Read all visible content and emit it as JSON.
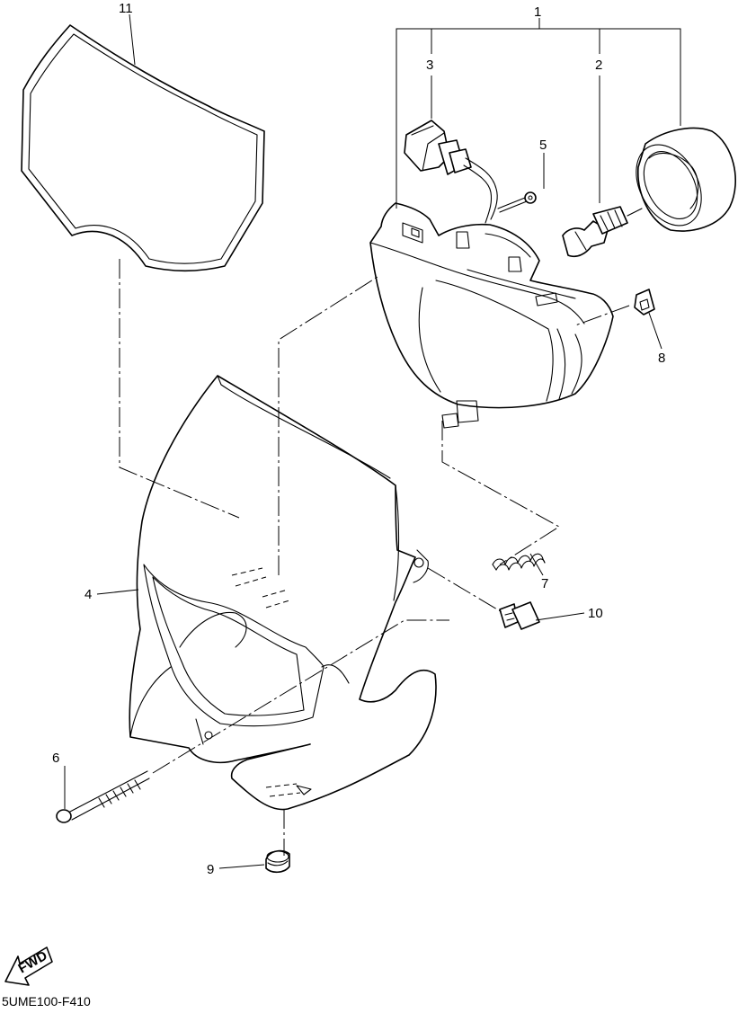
{
  "callouts": {
    "c1": "1",
    "c2": "2",
    "c3": "3",
    "c4": "4",
    "c5": "5",
    "c6": "6",
    "c7": "7",
    "c8": "8",
    "c9": "9",
    "c10": "10",
    "c11": "11"
  },
  "direction_arrow": {
    "label": "FWD"
  },
  "diagram_code": "5UME100-F410"
}
